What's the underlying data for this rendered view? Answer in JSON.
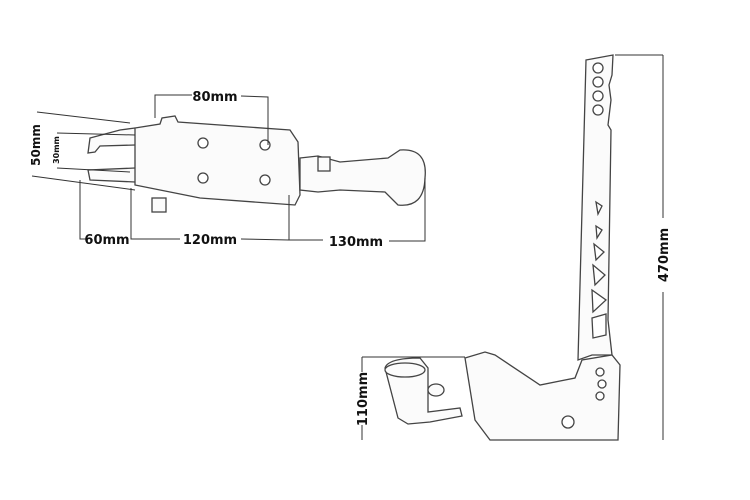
{
  "top_view": {
    "dimensions": {
      "width_top": "80mm",
      "height_outer": "50mm",
      "height_inner": "30mm",
      "length_nose": "60mm",
      "length_body": "120mm",
      "length_handle": "130mm"
    }
  },
  "side_view": {
    "dimensions": {
      "total_height": "470mm",
      "base_height": "110mm"
    }
  }
}
